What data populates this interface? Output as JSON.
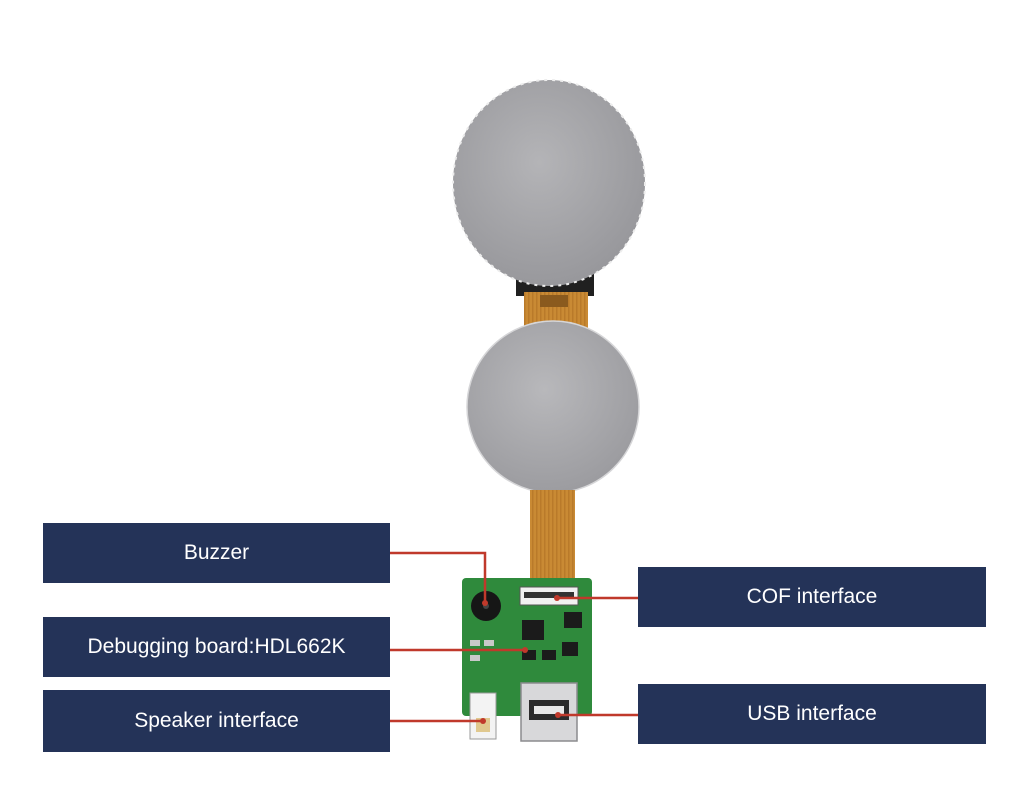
{
  "labels": {
    "buzzer": "Buzzer",
    "debug_board": "Debugging board:HDL662K",
    "speaker_interface": "Speaker interface",
    "cof_interface": "COF interface",
    "usb_interface": "USB interface"
  },
  "colors": {
    "label_bg": "#243358",
    "label_text": "#ffffff",
    "leader_line": "#c0392b",
    "pcb_green": "#2f8a3c",
    "display_grey": "#a8a8ab",
    "flex_cable": "#c98a34"
  }
}
